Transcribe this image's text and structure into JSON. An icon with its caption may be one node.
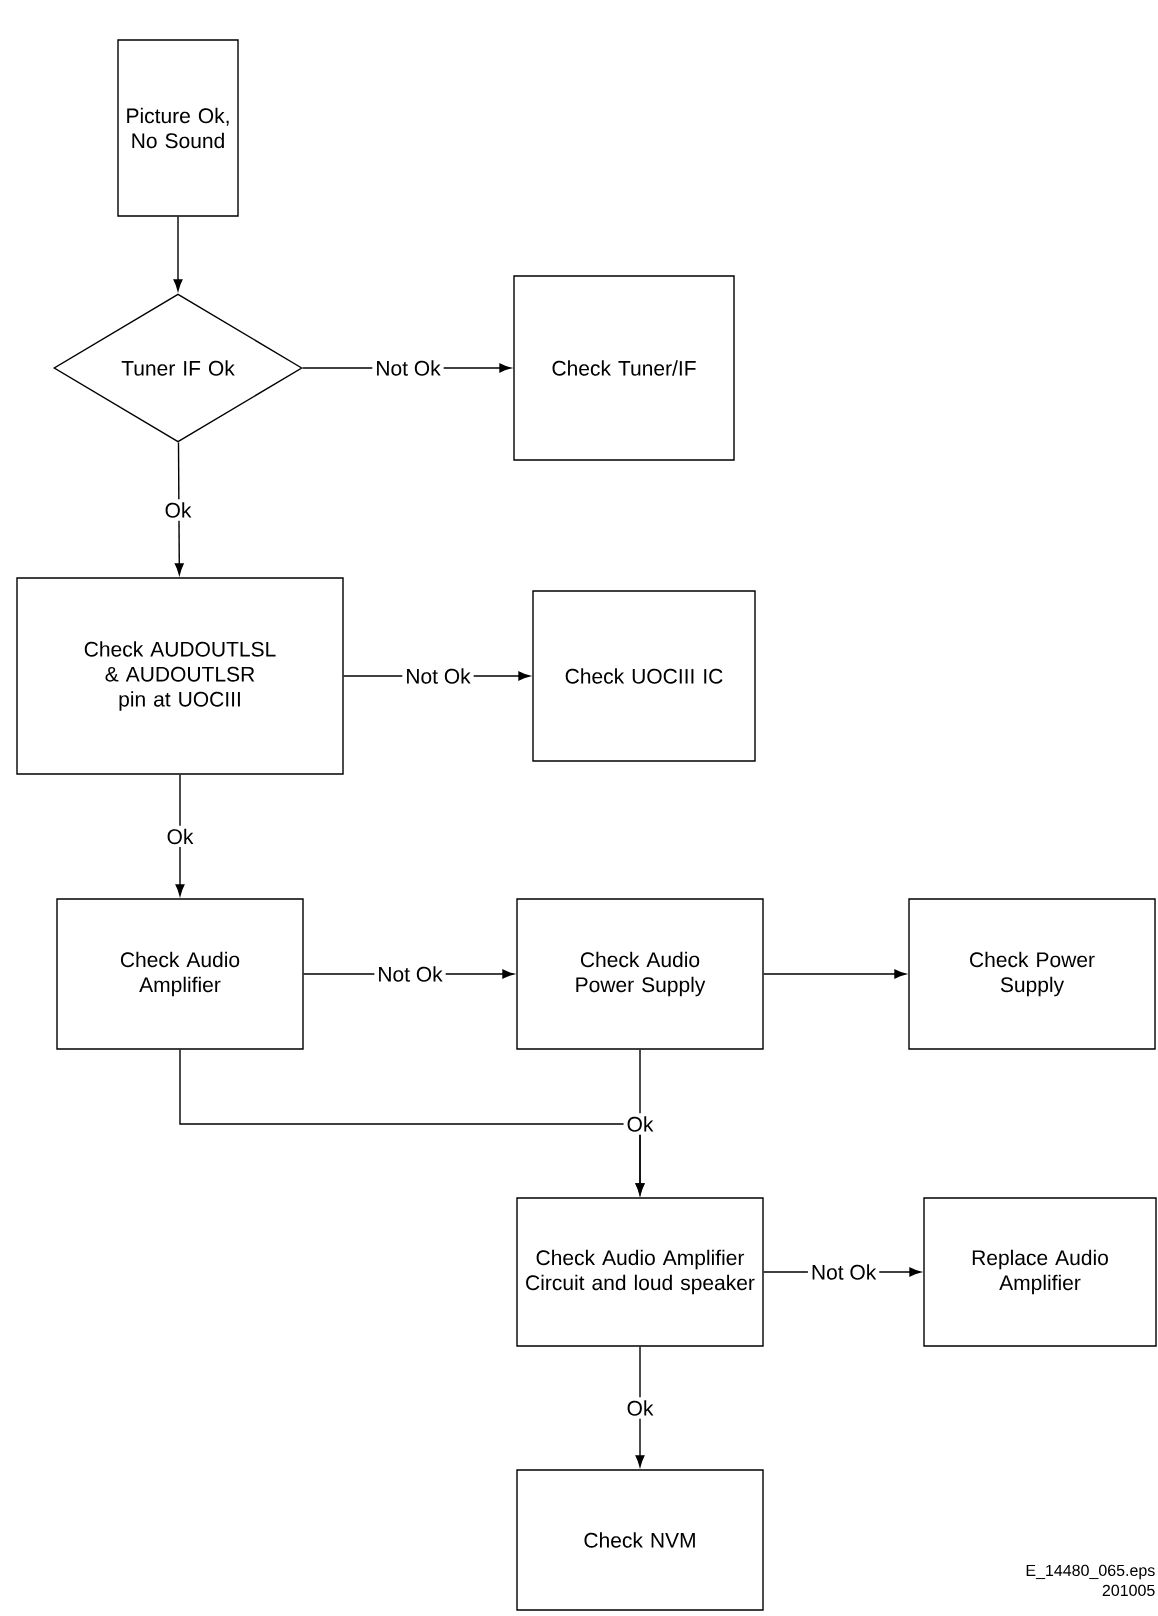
{
  "diagram": {
    "nodes": [
      {
        "text": [
          "Picture Ok, No Sound"
        ]
      },
      {
        "text": [
          "Tuner IF Ok"
        ]
      },
      {
        "text": [
          "Check Tuner/IF"
        ]
      },
      {
        "text": [
          "Check AUDOUTLSL & AUDOUTLSR pin at UOCIII"
        ]
      },
      {
        "text": [
          "Check UOCIII IC"
        ]
      },
      {
        "text": [
          "Check Audio Amplifier"
        ]
      },
      {
        "text": [
          "Check Audio Power Supply"
        ]
      },
      {
        "text": [
          "Check Power Supply"
        ]
      },
      {
        "text": [
          "Check Audio Amplifier Circuit and loud speaker"
        ]
      },
      {
        "text": [
          "Replace Audio Amplifier"
        ]
      },
      {
        "text": [
          "Check NVM"
        ]
      }
    ],
    "edges": [
      {
        "from": 0,
        "to": 1,
        "arrow": "to"
      },
      {
        "from": 1,
        "to": 2,
        "arrow": "to",
        "label": "Not Ok"
      },
      {
        "from": 1,
        "to": 3,
        "arrow": "to",
        "label": "Ok"
      },
      {
        "from": 3,
        "to": 4,
        "arrow": "to",
        "label": "Not Ok"
      },
      {
        "from": 3,
        "to": 5,
        "arrow": "to",
        "label": "Ok"
      },
      {
        "from": 5,
        "to": 6,
        "arrow": "to",
        "label": "Not Ok"
      },
      {
        "from": 6,
        "to": 7,
        "arrow": "to"
      },
      {
        "from": 5,
        "to": 8,
        "arrow": "to"
      },
      {
        "from": 6,
        "to": 8,
        "arrow": "to",
        "label": "Ok"
      },
      {
        "from": 8,
        "to": 9,
        "arrow": "to",
        "label": "Not Ok"
      },
      {
        "from": 8,
        "to": 10,
        "arrow": "to",
        "label": "Ok"
      }
    ],
    "labels": [
      "E_14480_065.eps",
      "201005"
    ]
  }
}
